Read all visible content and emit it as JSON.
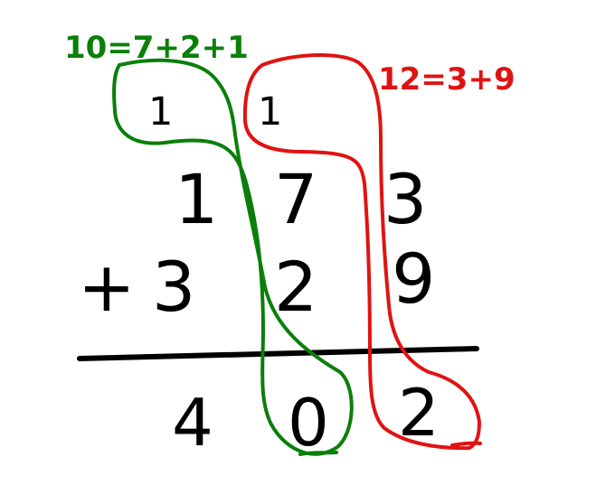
{
  "notes": {
    "left": "10=7+2+1",
    "right": "12=3+9"
  },
  "carries": [
    "1",
    "1"
  ],
  "addend_top": [
    "1",
    "7",
    "3"
  ],
  "addend_bottom": {
    "operator": "+",
    "digits": [
      "3",
      "2",
      "9"
    ]
  },
  "result": [
    "4",
    "0",
    "2"
  ],
  "colors": {
    "ink": "#000000",
    "green": "#0a7f0a",
    "red": "#e01313",
    "background": "#ffffff"
  }
}
